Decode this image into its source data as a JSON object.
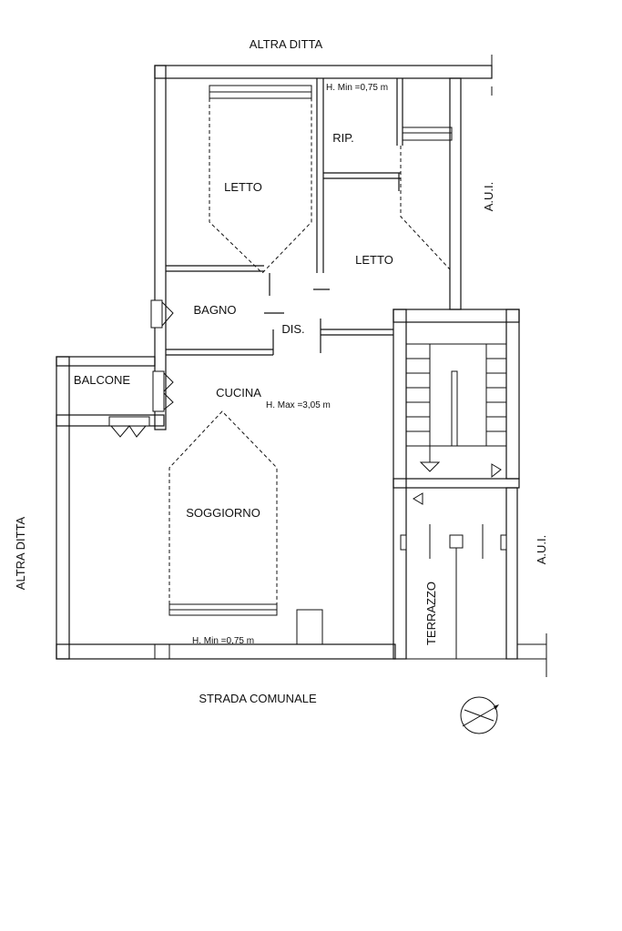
{
  "labels": {
    "neighbor_top": "ALTRA DITTA",
    "neighbor_left": "ALTRA DITTA",
    "aui_top": "A.U.I.",
    "aui_bottom": "A.U.I.",
    "street": "STRADA COMUNALE",
    "h_min_top": "H. Min =0,75 m",
    "h_max": "H. Max =3,05 m",
    "h_min_bottom": "H. Min =0,75 m"
  },
  "rooms": {
    "letto_1": "LETTO",
    "letto_2": "LETTO",
    "rip": "RIP.",
    "bagno": "BAGNO",
    "dis": "DIS.",
    "balcone": "BALCONE",
    "cucina": "CUCINA",
    "soggiorno": "SOGGIORNO",
    "terrazzo": "TERRAZZO"
  }
}
